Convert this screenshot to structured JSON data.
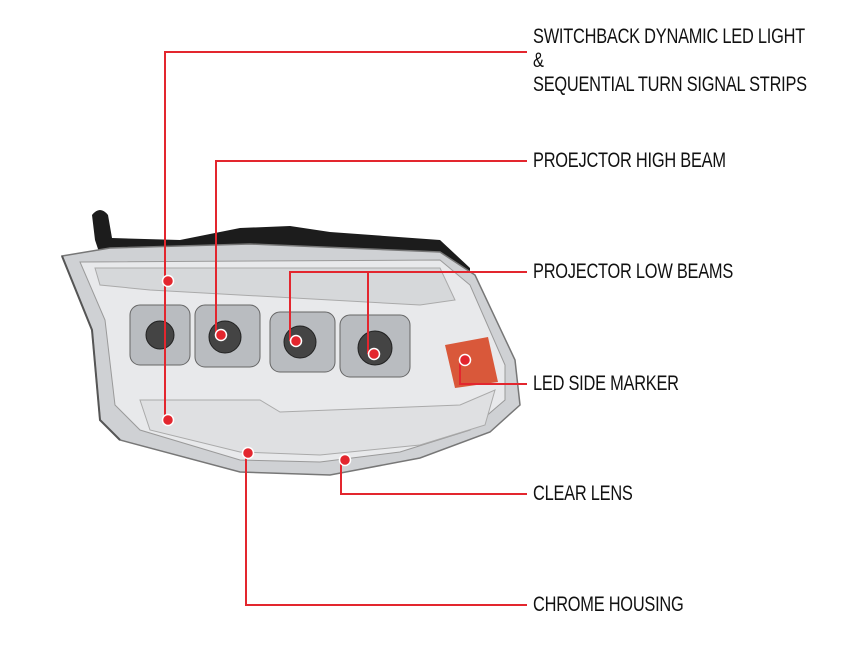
{
  "colors": {
    "callout": "#e3262e",
    "marker_amber": "#d9583a",
    "text": "#111111"
  },
  "callouts": [
    {
      "line1": "SWITCHBACK DYNAMIC LED LIGHT",
      "line2": "&",
      "line3": "SEQUENTIAL TURN SIGNAL STRIPS"
    },
    {
      "label": "PROEJCTOR HIGH BEAM"
    },
    {
      "label": "PROJECTOR LOW BEAMS"
    },
    {
      "label": "LED SIDE MARKER"
    },
    {
      "label": "CLEAR LENS"
    },
    {
      "label": "CHROME HOUSING"
    }
  ]
}
